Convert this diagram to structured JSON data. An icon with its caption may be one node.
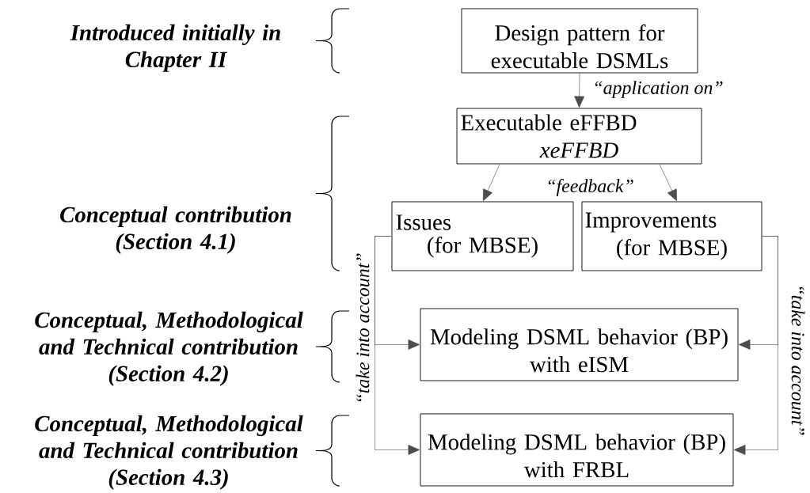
{
  "diagram": {
    "nodes": [
      {
        "text": [
          "Design pattern for executable DSMLs"
        ]
      },
      {
        "text": [
          "Executable eFFBD",
          "xeFFBD"
        ]
      },
      {
        "text": [
          "Issues",
          "(for MBSE)"
        ]
      },
      {
        "text": [
          "Improvements",
          "(for MBSE)"
        ]
      },
      {
        "text": [
          "Modeling DSML behavior (BP) with eISM"
        ]
      },
      {
        "text": [
          "Modeling DSML behavior (BP) with FRBL"
        ]
      }
    ],
    "edges": [
      {
        "from": 0,
        "to": 1,
        "arrow": "to",
        "label": "“application on”"
      },
      {
        "from": 1,
        "to": 2,
        "arrow": "to",
        "label": "“feedback”"
      },
      {
        "from": 1,
        "to": 3,
        "arrow": "to"
      },
      {
        "from": 2,
        "to": 4,
        "arrow": "to"
      },
      {
        "from": 2,
        "to": 5,
        "arrow": "to",
        "label": "“take into account”"
      },
      {
        "from": 3,
        "to": 4,
        "arrow": "to"
      },
      {
        "from": 3,
        "to": 5,
        "arrow": "to",
        "label": "“take into account”"
      }
    ],
    "labels": [
      "Introduced initially in Chapter II",
      "Conceptual contribution (Section 4.1)",
      "Conceptual, Methodological and Technical contribution (Section 4.2)",
      "Conceptual, Methodological and Technical contribution (Section 4.3)"
    ]
  }
}
